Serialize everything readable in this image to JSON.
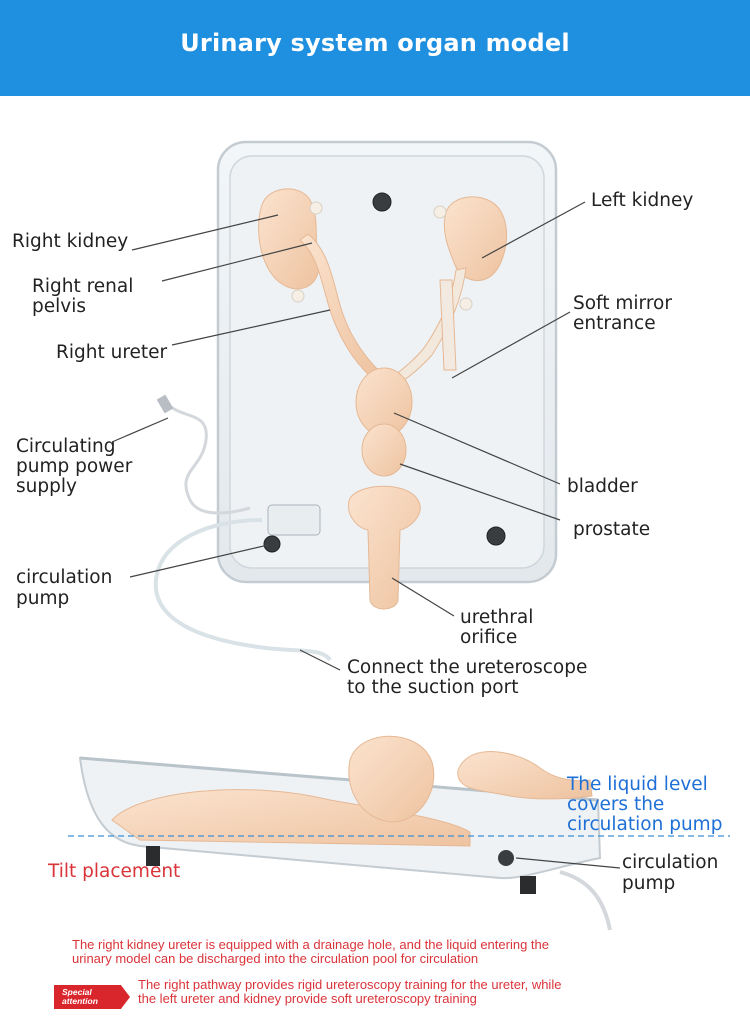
{
  "header": {
    "title": "Urinary system organ model"
  },
  "labels": {
    "right_kidney": "Right kidney",
    "right_renal_pelvis_1": "Right renal",
    "right_renal_pelvis_2": "pelvis",
    "right_ureter": "Right ureter",
    "power_1": "Circulating",
    "power_2": "pump power",
    "power_3": "supply",
    "circ_pump_1": "circulation",
    "circ_pump_2": "pump",
    "left_kidney": "Left kidney",
    "soft_mirror_1": "Soft mirror",
    "soft_mirror_2": "entrance",
    "bladder": "bladder",
    "prostate": "prostate",
    "urethral_1": "urethral",
    "urethral_2": "orifice",
    "connect_1": "Connect the ureteroscope",
    "connect_2": "to the suction port",
    "liquid_1": "The liquid level",
    "liquid_2": "covers the",
    "liquid_3": "circulation pump",
    "tilt": "Tilt placement",
    "circ_pump2_1": "circulation",
    "circ_pump2_2": "pump"
  },
  "notes": {
    "line1": "The right kidney ureter is equipped with a drainage hole, and the liquid entering the",
    "line2": "urinary model can be discharged into the circulation pool for circulation",
    "badge_1": "Special",
    "badge_2": "attention",
    "line3": "The right pathway provides rigid ureteroscopy training for the ureter, while",
    "line4": "the left ureter and kidney provide soft ureteroscopy training"
  },
  "colors": {
    "header": "#1f8fe0",
    "label_blue": "#1e6fd6",
    "label_red": "#d9343a",
    "organ": "#f6d2b5"
  }
}
